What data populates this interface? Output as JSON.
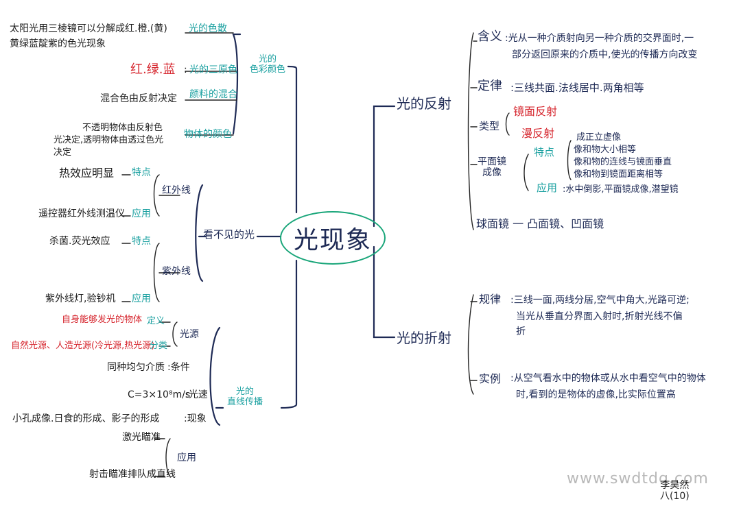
{
  "center": "光现象",
  "left": {
    "dispersion": {
      "label": "光的\n色彩颜色",
      "items": [
        {
          "text": "太阳光用三棱镜可以分解成红.橙.(黄)",
          "text2": "黄绿蓝靛紫的色光现象",
          "tag": "光的色散"
        },
        {
          "red": "红.绿.蓝",
          "text": ":",
          "tag": "光的三原色"
        },
        {
          "text": "混合色由反射决定",
          "tag": "颜料的混合"
        },
        {
          "text": "不透明物体由反射色",
          "text2": "光决定,透明物体由透过色光",
          "text3": "决定",
          "tag": "物体的颜色"
        }
      ]
    },
    "invisible": {
      "label": "看不见的光",
      "infrared": {
        "label": "红外线",
        "feature_text": "热效应明显",
        "feature_tag": "特点",
        "use_text": "遥控器红外线测温仪",
        "use_tag": "应用"
      },
      "ultraviolet": {
        "label": "紫外线",
        "feature_text": "杀菌.荧光效应",
        "feature_tag": "特点",
        "use_text": "紫外线灯,验钞机",
        "use_tag": "应用"
      }
    },
    "straight": {
      "label": "光的\n直线传播",
      "source": {
        "label": "光源",
        "def_text": "自身能够发光的物体",
        "def_tag": "定义",
        "cls_text": "自然光源、人造光源(冷光源,热光源)",
        "cls_tag": "分类"
      },
      "condition": {
        "text": "同种均匀介质",
        "tag": ":条件"
      },
      "speed": {
        "text": "C=3×10⁸m/s",
        "tag": ":光速"
      },
      "phenomena": {
        "text": "小孔成像.日食的形成、影子的形成",
        "tag": ":现象"
      },
      "apply": {
        "label": "应用",
        "items": [
          "激光瞄准",
          "射击瞄准排队成直线"
        ]
      }
    }
  },
  "right": {
    "reflection": {
      "label": "光的反射",
      "meaning": {
        "tag": "含义",
        "text": ":光从一种介质射向另一种介质的交界面时,一",
        "text2": "部分返回原来的介质中,使光的传播方向改变"
      },
      "law": {
        "tag": "定律",
        "text": ":三线共面.法线居中.两角相等"
      },
      "types": {
        "tag": "类型",
        "items": [
          "镜面反射",
          "漫反射"
        ]
      },
      "mirror": {
        "tag": "平面镜\n成像",
        "feature_tag": "特点",
        "features": [
          "成正立虚像",
          "像和物大小相等",
          "像和物的连线与镜面垂直",
          "像和物到镜面距离相等"
        ],
        "use_tag": "应用",
        "use_text": ":水中倒影,平面镜成像,潜望镜"
      },
      "sphere": {
        "text": "球面镜 一 凸面镜、凹面镜"
      }
    },
    "refraction": {
      "label": "光的折射",
      "rule": {
        "tag": "规律",
        "text": ":三线一面,两线分居,空气中角大,光路可逆;",
        "text2": "当光从垂直分界面入射时,折射光线不偏",
        "text3": "折"
      },
      "example": {
        "tag": "实例",
        "text": ":从空气看水中的物体或从水中看空气中的物体",
        "text2": "时,看到的是物体的虚像,比实际位置高"
      }
    }
  },
  "watermark": "www.swdtdq.com",
  "signature": "李昊然\n八(10)"
}
